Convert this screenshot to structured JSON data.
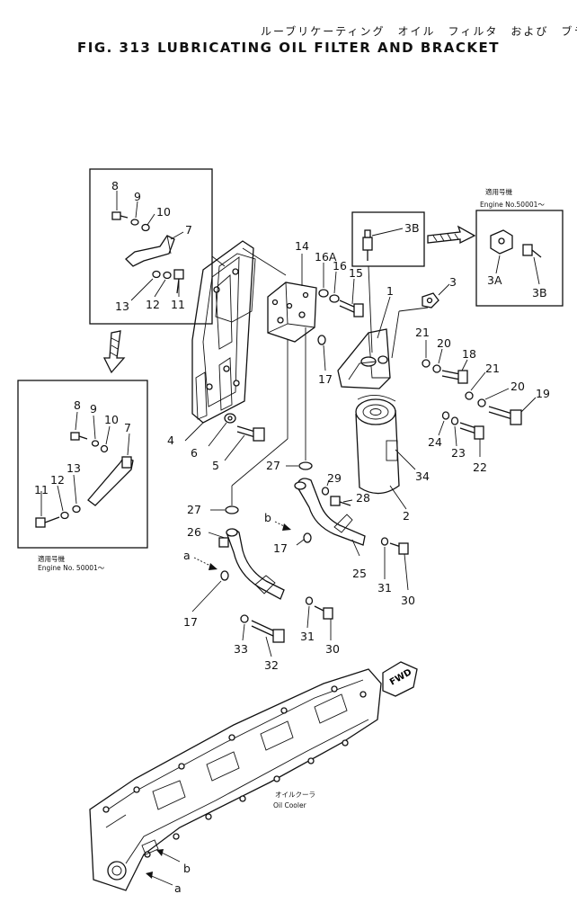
{
  "title": {
    "japanese": "ルーブリケーティング　オイル　フィルタ　および　ブラケット",
    "english": "FIG. 313  LUBRICATING OIL FILTER AND BRACKET"
  },
  "part_numbers": [
    "1",
    "2",
    "3",
    "3A",
    "3B",
    "4",
    "5",
    "6",
    "7",
    "8",
    "9",
    "10",
    "11",
    "12",
    "13",
    "14",
    "15",
    "16",
    "16A",
    "17",
    "18",
    "19",
    "20",
    "21",
    "22",
    "23",
    "24",
    "25",
    "26",
    "27",
    "28",
    "29",
    "30",
    "31",
    "32",
    "33",
    "34"
  ],
  "labels": {
    "p1": "1",
    "p2": "2",
    "p3": "3",
    "p3b_top": "3B",
    "p3a_inset": "3A",
    "p3b_inset": "3B",
    "p4": "4",
    "p5": "5",
    "p6": "6",
    "p7_top": "7",
    "p8_top": "8",
    "p9_top": "9",
    "p10_top": "10",
    "p11_top": "11",
    "p12_top": "12",
    "p13_top": "13",
    "p7_left": "7",
    "p8_left": "8",
    "p9_left": "9",
    "p10_left": "10",
    "p11_left": "11",
    "p12_left": "12",
    "p13_left": "13",
    "p14": "14",
    "p15": "15",
    "p16": "16",
    "p16a": "16A",
    "p17_a": "17",
    "p17_b": "17",
    "p17_c": "17",
    "p18": "18",
    "p19": "19",
    "p20_a": "20",
    "p20_b": "20",
    "p21_a": "21",
    "p21_b": "21",
    "p22": "22",
    "p23": "23",
    "p24": "24",
    "p25": "25",
    "p26": "26",
    "p27_a": "27",
    "p27_b": "27",
    "p28": "28",
    "p29": "29",
    "p30_a": "30",
    "p30_b": "30",
    "p31_a": "31",
    "p31_b": "31",
    "p32": "32",
    "p33": "33",
    "p34": "34",
    "a_upper": "a",
    "b_upper": "b",
    "a_lower": "a",
    "b_lower": "b"
  },
  "notes": {
    "right_inset_jp": "適用号機",
    "right_inset_engine": "Engine No.50001～",
    "left_inset_jp": "適用号機",
    "left_inset_engine": "Engine No. 50001～",
    "oil_cooler_jp": "オイルクーラ",
    "oil_cooler_en": "Oil Cooler",
    "fwd": "FWD"
  }
}
